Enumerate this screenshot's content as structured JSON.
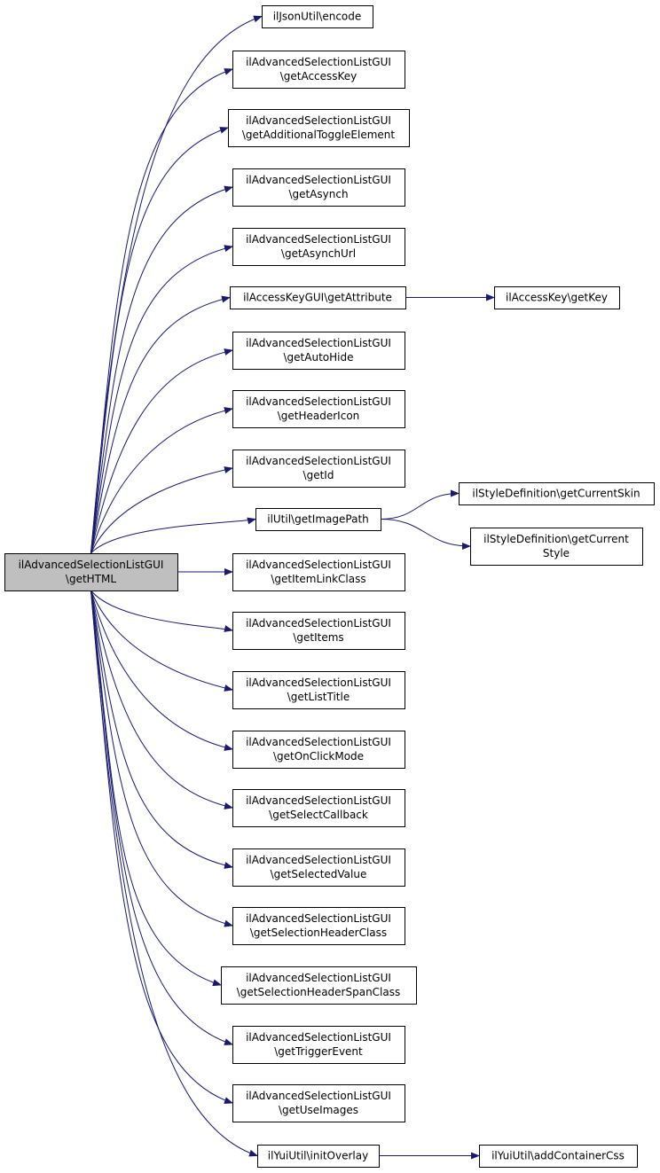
{
  "diagram": {
    "type": "call-graph",
    "colors": {
      "edge": "#191970",
      "node_fill": "#ffffff",
      "root_fill": "#bfbfbf",
      "node_border": "#000000"
    },
    "nodes": [
      {
        "id": "root",
        "lines": [
          "ilAdvancedSelectionListGUI",
          "\\getHTML"
        ],
        "highlight": true
      },
      {
        "id": "n1",
        "lines": [
          "ilJsonUtil\\encode"
        ]
      },
      {
        "id": "n2",
        "lines": [
          "ilAdvancedSelectionListGUI",
          "\\getAccessKey"
        ]
      },
      {
        "id": "n3",
        "lines": [
          "ilAdvancedSelectionListGUI",
          "\\getAdditionalToggleElement"
        ]
      },
      {
        "id": "n4",
        "lines": [
          "ilAdvancedSelectionListGUI",
          "\\getAsynch"
        ]
      },
      {
        "id": "n5",
        "lines": [
          "ilAdvancedSelectionListGUI",
          "\\getAsynchUrl"
        ]
      },
      {
        "id": "n6",
        "lines": [
          "ilAccessKeyGUI\\getAttribute"
        ]
      },
      {
        "id": "n7",
        "lines": [
          "ilAccessKey\\getKey"
        ]
      },
      {
        "id": "n8",
        "lines": [
          "ilAdvancedSelectionListGUI",
          "\\getAutoHide"
        ]
      },
      {
        "id": "n9",
        "lines": [
          "ilAdvancedSelectionListGUI",
          "\\getHeaderIcon"
        ]
      },
      {
        "id": "n10",
        "lines": [
          "ilAdvancedSelectionListGUI",
          "\\getId"
        ]
      },
      {
        "id": "n11",
        "lines": [
          "ilUtil\\getImagePath"
        ]
      },
      {
        "id": "n12",
        "lines": [
          "ilStyleDefinition\\getCurrentSkin"
        ]
      },
      {
        "id": "n13",
        "lines": [
          "ilStyleDefinition\\getCurrent",
          "Style"
        ]
      },
      {
        "id": "n14",
        "lines": [
          "ilAdvancedSelectionListGUI",
          "\\getItemLinkClass"
        ]
      },
      {
        "id": "n15",
        "lines": [
          "ilAdvancedSelectionListGUI",
          "\\getItems"
        ]
      },
      {
        "id": "n16",
        "lines": [
          "ilAdvancedSelectionListGUI",
          "\\getListTitle"
        ]
      },
      {
        "id": "n17",
        "lines": [
          "ilAdvancedSelectionListGUI",
          "\\getOnClickMode"
        ]
      },
      {
        "id": "n18",
        "lines": [
          "ilAdvancedSelectionListGUI",
          "\\getSelectCallback"
        ]
      },
      {
        "id": "n19",
        "lines": [
          "ilAdvancedSelectionListGUI",
          "\\getSelectedValue"
        ]
      },
      {
        "id": "n20",
        "lines": [
          "ilAdvancedSelectionListGUI",
          "\\getSelectionHeaderClass"
        ]
      },
      {
        "id": "n21",
        "lines": [
          "ilAdvancedSelectionListGUI",
          "\\getSelectionHeaderSpanClass"
        ]
      },
      {
        "id": "n22",
        "lines": [
          "ilAdvancedSelectionListGUI",
          "\\getTriggerEvent"
        ]
      },
      {
        "id": "n23",
        "lines": [
          "ilAdvancedSelectionListGUI",
          "\\getUseImages"
        ]
      },
      {
        "id": "n24",
        "lines": [
          "ilYuiUtil\\initOverlay"
        ]
      },
      {
        "id": "n25",
        "lines": [
          "ilYuiUtil\\addContainerCss"
        ]
      }
    ],
    "edges": [
      {
        "from": "root",
        "to": "n1"
      },
      {
        "from": "root",
        "to": "n2"
      },
      {
        "from": "root",
        "to": "n3"
      },
      {
        "from": "root",
        "to": "n4"
      },
      {
        "from": "root",
        "to": "n5"
      },
      {
        "from": "root",
        "to": "n6"
      },
      {
        "from": "root",
        "to": "n8"
      },
      {
        "from": "root",
        "to": "n9"
      },
      {
        "from": "root",
        "to": "n10"
      },
      {
        "from": "root",
        "to": "n11"
      },
      {
        "from": "root",
        "to": "n14"
      },
      {
        "from": "root",
        "to": "n15"
      },
      {
        "from": "root",
        "to": "n16"
      },
      {
        "from": "root",
        "to": "n17"
      },
      {
        "from": "root",
        "to": "n18"
      },
      {
        "from": "root",
        "to": "n19"
      },
      {
        "from": "root",
        "to": "n20"
      },
      {
        "from": "root",
        "to": "n21"
      },
      {
        "from": "root",
        "to": "n22"
      },
      {
        "from": "root",
        "to": "n23"
      },
      {
        "from": "root",
        "to": "n24"
      },
      {
        "from": "n6",
        "to": "n7"
      },
      {
        "from": "n11",
        "to": "n12"
      },
      {
        "from": "n11",
        "to": "n13"
      },
      {
        "from": "n24",
        "to": "n25"
      }
    ]
  }
}
